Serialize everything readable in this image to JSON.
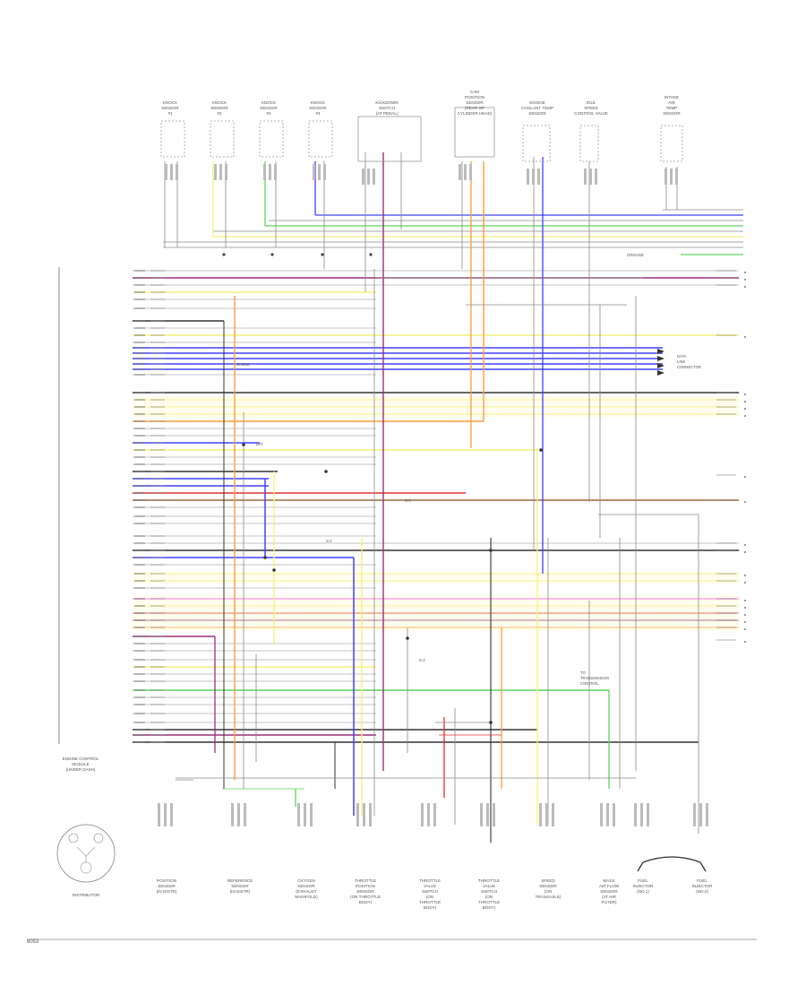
{
  "ecm_label": [
    "ENGINE CONTROL",
    "MODULE",
    "(UNDER DASH)"
  ],
  "distributor_label": "DISTRIBUTOR",
  "page_code": "6053",
  "top_components": [
    [
      "KNOCK",
      "SENSOR",
      "#1"
    ],
    [
      "KNOCK",
      "SENSOR",
      "#2"
    ],
    [
      "KNOCK",
      "SENSOR",
      "#3"
    ],
    [
      "KNOCK",
      "SENSOR",
      "#4"
    ],
    [
      "KICKDOWN",
      "SWITCH",
      "(AT PEDAL)"
    ],
    [
      "CAM",
      "POSITION",
      "SENSOR",
      "(REAR OF",
      "CYLINDER HEAD)"
    ],
    [
      "ENGINE",
      "COOLANT TEMP",
      "SENSOR"
    ],
    [
      "IDLE",
      "SPEED",
      "CONTROL VALVE"
    ],
    [
      "INTAKE",
      "AIR",
      "TEMP",
      "SENSOR"
    ]
  ],
  "bottom_components": [
    [
      "POSITION",
      "SENSOR",
      "(IN DISTR)"
    ],
    [
      "REFERENCE",
      "SENSOR",
      "(IN DISTR)"
    ],
    [
      "OXYGEN",
      "SENSOR",
      "(EXHAUST",
      "MANIFOLD)"
    ],
    [
      "THROTTLE",
      "POSITION",
      "SENSOR",
      "(ON THROTTLE",
      "BODY)"
    ],
    [
      "THROTTLE",
      "VALVE",
      "SWITCH",
      "(ON",
      "THROTTLE",
      "BODY)"
    ],
    [
      "THROTTLE",
      "VALVE",
      "SWITCH",
      "(ON",
      "THROTTLE",
      "BODY)"
    ],
    [
      "SPEED",
      "SENSOR",
      "(ON",
      "TRANSAXLE)"
    ],
    [
      "MASS",
      "AIR FLOW",
      "SENSOR",
      "(AT AIR",
      "FILTER)"
    ],
    [
      "FUEL",
      "INJECTOR",
      "(NO.1)"
    ],
    [
      "FUEL",
      "INJECTOR",
      "(NO.2)"
    ]
  ],
  "annotations": {
    "data_link": [
      "DATA",
      "LINK",
      "CONNECTOR"
    ],
    "tail_connector": [
      "TO",
      "TRANSMISSION",
      "CONTROL"
    ],
    "shield_label": "SHIELD",
    "ground_label": "GROUND",
    "bat_note": "BAT",
    "splice_1": "S-1",
    "splice_2": "S-2",
    "splice_3": "S-3"
  },
  "wire_colors": {
    "blue": "#4040ff",
    "yellow": "#f4f078",
    "orange": "#ff9a3c",
    "purple": "#9a2f7a",
    "red": "#e23030",
    "magenta": "#ff3cff",
    "green": "#5fd35f",
    "gray": "#8a8a8a",
    "black": "#333333",
    "brown": "#9a6a3a",
    "lightblue": "#9aa8ff"
  }
}
